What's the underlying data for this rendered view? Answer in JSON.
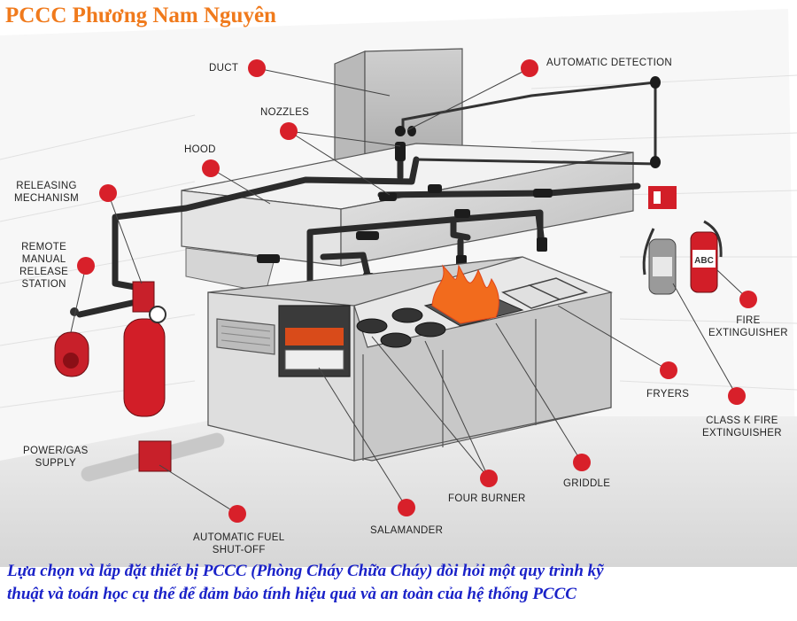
{
  "brand": "PCCC Phương Nam Nguyên",
  "labels": {
    "duct": "DUCT",
    "automatic_detection": "AUTOMATIC DETECTION",
    "nozzles": "NOZZLES",
    "hood": "HOOD",
    "releasing_mechanism": [
      "RELEASING",
      "MECHANISM"
    ],
    "remote_manual_release_station": [
      "REMOTE",
      "MANUAL",
      "RELEASE",
      "STATION"
    ],
    "fire_extinguisher": [
      "FIRE",
      "EXTINGUISHER"
    ],
    "fryers": "FRYERS",
    "class_k_fire_extinguisher": [
      "CLASS K FIRE",
      "EXTINGUISHER"
    ],
    "power_gas_supply": [
      "POWER/GAS",
      "SUPPLY"
    ],
    "griddle": "GRIDDLE",
    "four_burner": "FOUR BURNER",
    "salamander": "SALAMANDER",
    "automatic_fuel_shutoff": [
      "AUTOMATIC FUEL",
      "SHUT-OFF"
    ]
  },
  "extinguisher_tag": "ABC",
  "caption": [
    "Lựa chọn và lắp đặt thiết bị PCCC (Phòng Cháy Chữa Cháy) đòi hỏi một quy trình kỹ",
    "thuật và toán học cụ thể để đảm bảo tính hiệu quả và an toàn của hệ thống PCCC"
  ],
  "colors": {
    "brand": "#f07a1c",
    "marker": "#d8202a",
    "caption": "#1a22c8",
    "pipe": "#2b2b2b",
    "flame": "#f26b1d"
  },
  "icons": [
    "callout-marker",
    "fire-sign-icon",
    "pressure-gauge-icon",
    "flame-icon"
  ]
}
